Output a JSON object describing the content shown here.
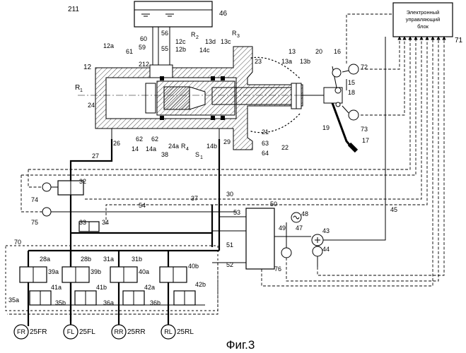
{
  "figure": {
    "caption": "Фиг.3",
    "ecu_text": [
      "Электронный",
      "управляющий",
      "блок"
    ],
    "wheels": [
      {
        "text": "FR",
        "ref": "25FR"
      },
      {
        "text": "FL",
        "ref": "25FL"
      },
      {
        "text": "RR",
        "ref": "25RR"
      },
      {
        "text": "RL",
        "ref": "25RL"
      }
    ],
    "labels": {
      "l211": "211",
      "l46": "46",
      "l71": "71",
      "l56": "56",
      "l60": "60",
      "l55": "55",
      "l12c": "12c",
      "l12b": "12b",
      "lR2": "R",
      "lR2s": "2",
      "l13d": "13d",
      "l13c": "13c",
      "lR3": "R",
      "lR3s": "3",
      "l59": "59",
      "l61": "61",
      "l12a": "12a",
      "l14c": "14c",
      "l23": "23",
      "l13": "13",
      "l13a": "13a",
      "l13b": "13b",
      "l20": "20",
      "l16": "16",
      "l72": "72",
      "l15": "15",
      "l18": "18",
      "l12": "12",
      "l212": "212",
      "lR1": "R",
      "lR1s": "1",
      "l24": "24",
      "l19": "19",
      "l73": "73",
      "l17": "17",
      "l21": "21",
      "l22": "22",
      "l63": "63",
      "l64": "64",
      "l26": "26",
      "l14": "14",
      "l14a": "14a",
      "l62a": "62",
      "l62b": "62",
      "l38": "38",
      "l24a": "24a",
      "lR4": "R",
      "lR4s": "4",
      "lS1": "S",
      "lS1s": "1",
      "l14b": "14b",
      "l29": "29",
      "l27": "27",
      "l74": "74",
      "l32": "32",
      "l75": "75",
      "l54": "54",
      "l37": "37",
      "l30": "30",
      "l50": "50",
      "l53": "53",
      "l48": "48",
      "l33": "33",
      "l34": "34",
      "l49": "49",
      "l47": "47",
      "l43": "43",
      "l45": "45",
      "l51": "51",
      "l44": "44",
      "l70": "70",
      "l52": "52",
      "l76": "76",
      "l28a": "28a",
      "l28b": "28b",
      "l31a": "31a",
      "l31b": "31b",
      "l39a": "39a",
      "l39b": "39b",
      "l40a": "40a",
      "l40b": "40b",
      "l41a": "41a",
      "l41b": "41b",
      "l42a": "42a",
      "l42b": "42b",
      "l35a": "35a",
      "l35b": "35b",
      "l36a": "36a",
      "l36b": "36b"
    }
  }
}
